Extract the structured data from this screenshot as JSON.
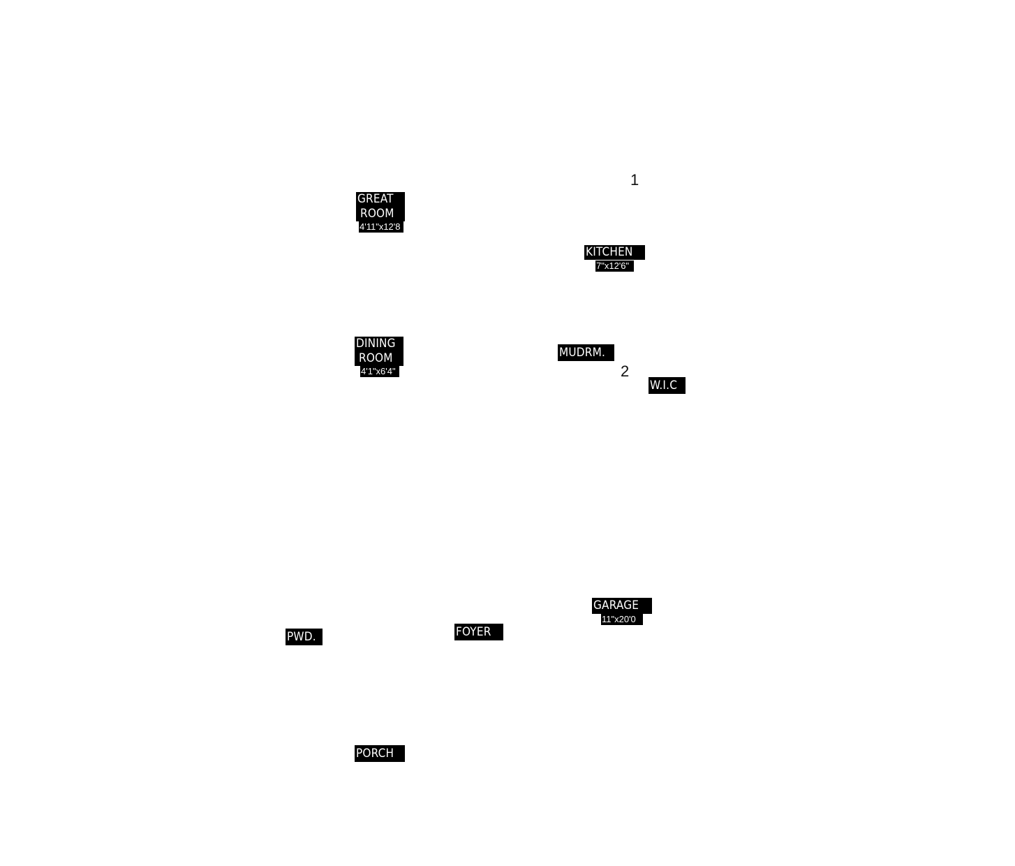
{
  "markers": {
    "m1": "1",
    "m2": "2"
  },
  "rooms": {
    "great_room": {
      "line1": "GREAT",
      "line2": "ROOM",
      "dim": "4'11\"x12'8"
    },
    "kitchen": {
      "name": "KITCHEN",
      "dim": "7\"x12'6\""
    },
    "dining_room": {
      "line1": "DINING",
      "line2": "ROOM",
      "dim": "4'1\"x6'4\""
    },
    "mudroom": {
      "name": "MUDRM."
    },
    "wic": {
      "name": "W.I.C"
    },
    "garage": {
      "name": "GARAGE",
      "dim": "11\"x20'0"
    },
    "powder": {
      "name": "PWD."
    },
    "foyer": {
      "name": "FOYER"
    },
    "porch": {
      "name": "PORCH"
    }
  },
  "colors": {
    "background": "#ffffff",
    "label_fill": "#000000",
    "label_text": "#ffffff"
  }
}
